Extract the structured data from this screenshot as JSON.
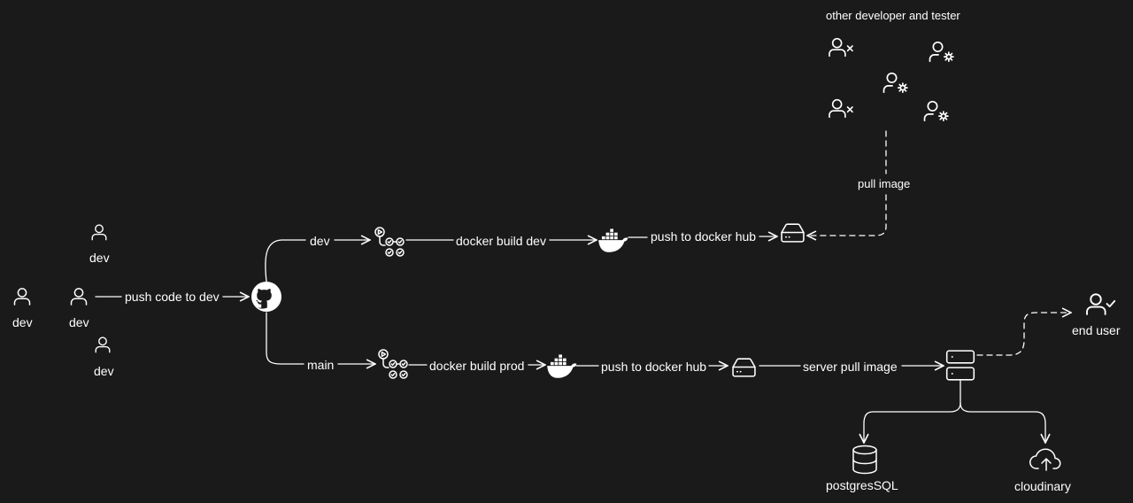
{
  "labels": {
    "top_group": "other developer and tester",
    "pull_image": "pull image",
    "dev_a": "dev",
    "dev_b": "dev",
    "dev_c": "dev",
    "dev_d": "dev",
    "push_code": "push code to dev",
    "branch_dev": "dev",
    "branch_main": "main",
    "docker_build_dev": "docker build dev",
    "docker_build_prod": "docker build prod",
    "push_hub_dev": "push to docker hub",
    "push_hub_prod": "push to docker hub",
    "server_pull": "server pull image",
    "end_user": "end user",
    "postgres": "postgresSQL",
    "cloudinary": "cloudinary"
  },
  "icons": {
    "developer": "user-icon",
    "tester_reject": "user-x-icon",
    "tester_config": "user-cog-icon",
    "end_user": "user-check-icon",
    "repository": "github-icon",
    "pipeline": "workflow-icon",
    "container": "docker-icon",
    "registry": "hard-drive-icon",
    "server": "server-icon",
    "database": "database-icon",
    "storage": "cloud-upload-icon"
  }
}
